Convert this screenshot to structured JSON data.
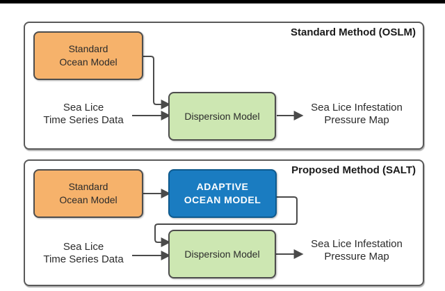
{
  "colors": {
    "orange_fill": "#F6B26B",
    "green_fill": "#CDE7B2",
    "blue_fill": "#1A7CC1",
    "blue_border": "#0E5A8E",
    "box_border": "#4D4D4D",
    "arrow_color": "#4A4A4A",
    "panel_border": "#595959",
    "text_color": "#2B2B2B",
    "title_color": "#1A1A1A",
    "bar_color": "#000000"
  },
  "panels": [
    {
      "id": "oslm",
      "title": "Standard Method (OSLM)",
      "nodes": [
        {
          "id": "standard-ocean-model",
          "label": "Standard\nOcean Model",
          "type": "process",
          "fill": "orange"
        },
        {
          "id": "sea-lice-input",
          "label": "Sea Lice\nTime Series Data",
          "type": "text"
        },
        {
          "id": "dispersion-model",
          "label": "Dispersion Model",
          "type": "process",
          "fill": "green"
        },
        {
          "id": "pressure-map-output",
          "label": "Sea Lice Infestation\nPressure Map",
          "type": "text"
        }
      ],
      "edges": [
        "standard-ocean-model -> dispersion-model",
        "sea-lice-input -> dispersion-model",
        "dispersion-model -> pressure-map-output"
      ]
    },
    {
      "id": "salt",
      "title": "Proposed Method (SALT)",
      "nodes": [
        {
          "id": "standard-ocean-model",
          "label": "Standard\nOcean Model",
          "type": "process",
          "fill": "orange"
        },
        {
          "id": "adaptive-ocean-model",
          "label": "ADAPTIVE\nOCEAN MODEL",
          "type": "process",
          "fill": "blue"
        },
        {
          "id": "sea-lice-input",
          "label": "Sea Lice\nTime Series Data",
          "type": "text"
        },
        {
          "id": "dispersion-model",
          "label": "Dispersion Model",
          "type": "process",
          "fill": "green"
        },
        {
          "id": "pressure-map-output",
          "label": "Sea Lice Infestation\nPressure Map",
          "type": "text"
        }
      ],
      "edges": [
        "standard-ocean-model -> adaptive-ocean-model",
        "adaptive-ocean-model -> dispersion-model",
        "sea-lice-input -> dispersion-model",
        "dispersion-model -> pressure-map-output"
      ]
    }
  ]
}
